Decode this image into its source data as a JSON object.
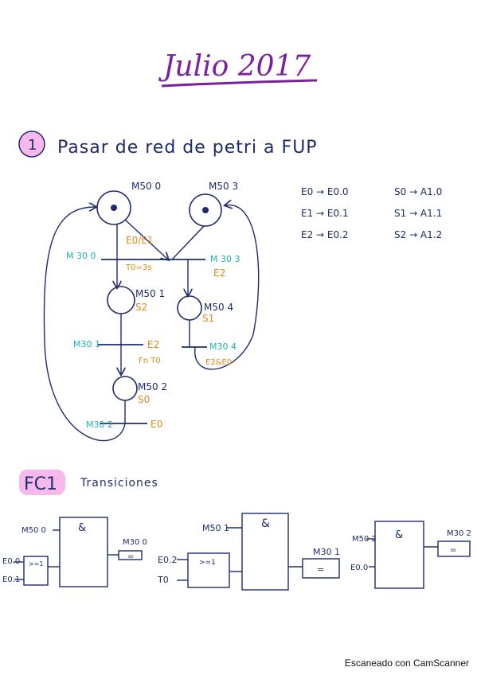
{
  "title": "Julio 2017",
  "exercise": {
    "number": "1",
    "text": "Pasar de red de petri a FUP"
  },
  "colors": {
    "ink": "#1f2b6b",
    "title_purple": "#7b1fa2",
    "place_label": "#1f2b6b",
    "transition_label_cyan": "#1bb5b5",
    "condition_orange": "#e08a1a",
    "highlight_pink": "#f7b9ec"
  },
  "petri_net": {
    "places": [
      {
        "label": "M50 0",
        "token": true
      },
      {
        "label": "M50 3",
        "token": true
      },
      {
        "label": "M50 1",
        "action": "S2",
        "token": false
      },
      {
        "label": "M50 4",
        "action": "S1",
        "token": false
      },
      {
        "label": "M50 2",
        "action": "S0",
        "token": false
      }
    ],
    "transitions": [
      {
        "label": "M 30 0",
        "condition": "E0/E1"
      },
      {
        "label": "M 30 3",
        "condition": "E2"
      },
      {
        "label": "M30 1",
        "condition": "E2"
      },
      {
        "label": "M30 4",
        "condition": "E2&E0"
      },
      {
        "label": "M30 2",
        "condition": "E0"
      }
    ],
    "extra_labels": {
      "timer": "T0=3s",
      "fn_t0": "Fn T0"
    }
  },
  "mappings": [
    "E0 → E0.0",
    "S0 → A1.0",
    "E1 → E0.1",
    "S1 → A1.1",
    "E2 → E0.2",
    "S2 → A1.2"
  ],
  "section": {
    "name": "FC1",
    "subtitle": "Transiciones"
  },
  "fup_blocks": [
    {
      "input_top": "M50 0",
      "or_inputs": [
        "E0.0",
        "E0.1"
      ],
      "or_symbol": ">=1",
      "and_symbol": "&",
      "output_label": "M30 0",
      "assign_symbol": "="
    },
    {
      "input_top": "M50 1",
      "or_inputs": [
        "E0.2",
        "T0"
      ],
      "or_symbol": ">=1",
      "and_symbol": "&",
      "output_label": "M30 1",
      "assign_symbol": "="
    },
    {
      "input_top": "M50 2",
      "input_bottom": "E0.0",
      "and_symbol": "&",
      "output_label": "M30 2",
      "assign_symbol": "="
    }
  ],
  "footer": "Escaneado con CamScanner"
}
